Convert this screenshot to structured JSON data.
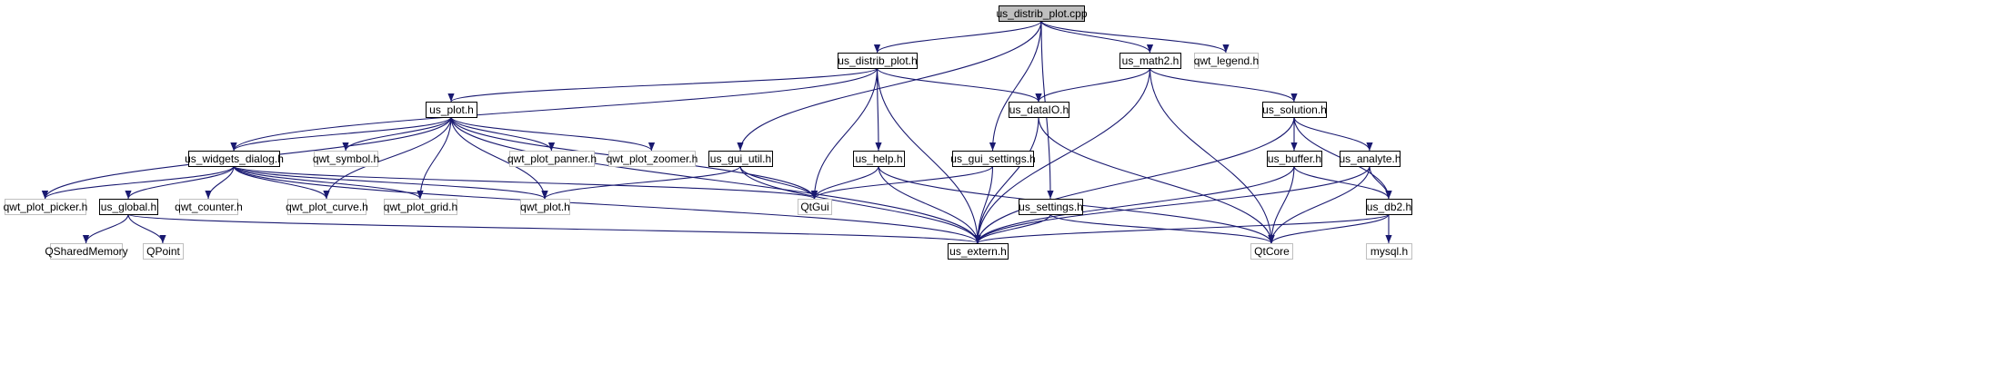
{
  "nodes": [
    {
      "id": "us_distrib_plot_cpp",
      "label": "us_distrib_plot.cpp",
      "style": "root"
    },
    {
      "id": "us_distrib_plot_h",
      "label": "us_distrib_plot.h",
      "style": "doc"
    },
    {
      "id": "us_math2_h",
      "label": "us_math2.h",
      "style": "doc"
    },
    {
      "id": "qwt_legend_h",
      "label": "qwt_legend.h",
      "style": "ext"
    },
    {
      "id": "us_plot_h",
      "label": "us_plot.h",
      "style": "doc"
    },
    {
      "id": "us_dataIO_h",
      "label": "us_dataIO.h",
      "style": "doc"
    },
    {
      "id": "us_solution_h",
      "label": "us_solution.h",
      "style": "doc"
    },
    {
      "id": "us_widgets_dialog_h",
      "label": "us_widgets_dialog.h",
      "style": "doc"
    },
    {
      "id": "qwt_symbol_h",
      "label": "qwt_symbol.h",
      "style": "ext"
    },
    {
      "id": "qwt_plot_panner_h",
      "label": "qwt_plot_panner.h",
      "style": "ext"
    },
    {
      "id": "qwt_plot_zoomer_h",
      "label": "qwt_plot_zoomer.h",
      "style": "ext"
    },
    {
      "id": "us_gui_util_h",
      "label": "us_gui_util.h",
      "style": "doc"
    },
    {
      "id": "us_help_h",
      "label": "us_help.h",
      "style": "doc"
    },
    {
      "id": "us_gui_settings_h",
      "label": "us_gui_settings.h",
      "style": "doc"
    },
    {
      "id": "us_buffer_h",
      "label": "us_buffer.h",
      "style": "doc"
    },
    {
      "id": "us_analyte_h",
      "label": "us_analyte.h",
      "style": "doc"
    },
    {
      "id": "qwt_plot_picker_h",
      "label": "qwt_plot_picker.h",
      "style": "ext"
    },
    {
      "id": "us_global_h",
      "label": "us_global.h",
      "style": "doc"
    },
    {
      "id": "qwt_counter_h",
      "label": "qwt_counter.h",
      "style": "ext"
    },
    {
      "id": "qwt_plot_curve_h",
      "label": "qwt_plot_curve.h",
      "style": "ext"
    },
    {
      "id": "qwt_plot_grid_h",
      "label": "qwt_plot_grid.h",
      "style": "ext"
    },
    {
      "id": "qwt_plot_h",
      "label": "qwt_plot.h",
      "style": "ext"
    },
    {
      "id": "QtGui",
      "label": "QtGui",
      "style": "ext"
    },
    {
      "id": "us_settings_h",
      "label": "us_settings.h",
      "style": "doc"
    },
    {
      "id": "us_db2_h",
      "label": "us_db2.h",
      "style": "doc"
    },
    {
      "id": "QSharedMemory",
      "label": "QSharedMemory",
      "style": "ext"
    },
    {
      "id": "QPoint",
      "label": "QPoint",
      "style": "ext"
    },
    {
      "id": "us_extern_h",
      "label": "us_extern.h",
      "style": "doc"
    },
    {
      "id": "QtCore",
      "label": "QtCore",
      "style": "ext"
    },
    {
      "id": "mysql_h",
      "label": "mysql.h",
      "style": "ext"
    }
  ],
  "edges": [
    [
      "us_distrib_plot_cpp",
      "us_distrib_plot_h"
    ],
    [
      "us_distrib_plot_cpp",
      "us_math2_h"
    ],
    [
      "us_distrib_plot_cpp",
      "qwt_legend_h"
    ],
    [
      "us_distrib_plot_cpp",
      "us_gui_util_h"
    ],
    [
      "us_distrib_plot_cpp",
      "us_gui_settings_h"
    ],
    [
      "us_distrib_plot_cpp",
      "us_settings_h"
    ],
    [
      "us_distrib_plot_h",
      "us_plot_h"
    ],
    [
      "us_distrib_plot_h",
      "us_dataIO_h"
    ],
    [
      "us_distrib_plot_h",
      "us_widgets_dialog_h"
    ],
    [
      "us_distrib_plot_h",
      "QtGui"
    ],
    [
      "us_distrib_plot_h",
      "us_help_h"
    ],
    [
      "us_distrib_plot_h",
      "us_extern_h"
    ],
    [
      "us_math2_h",
      "us_dataIO_h"
    ],
    [
      "us_math2_h",
      "us_solution_h"
    ],
    [
      "us_math2_h",
      "us_extern_h"
    ],
    [
      "us_math2_h",
      "QtCore"
    ],
    [
      "us_plot_h",
      "us_widgets_dialog_h"
    ],
    [
      "us_plot_h",
      "qwt_symbol_h"
    ],
    [
      "us_plot_h",
      "qwt_plot_panner_h"
    ],
    [
      "us_plot_h",
      "qwt_plot_zoomer_h"
    ],
    [
      "us_plot_h",
      "qwt_plot_picker_h"
    ],
    [
      "us_plot_h",
      "qwt_plot_curve_h"
    ],
    [
      "us_plot_h",
      "qwt_plot_grid_h"
    ],
    [
      "us_plot_h",
      "qwt_plot_h"
    ],
    [
      "us_plot_h",
      "QtGui"
    ],
    [
      "us_plot_h",
      "us_extern_h"
    ],
    [
      "us_dataIO_h",
      "us_extern_h"
    ],
    [
      "us_dataIO_h",
      "QtCore"
    ],
    [
      "us_solution_h",
      "us_buffer_h"
    ],
    [
      "us_solution_h",
      "us_analyte_h"
    ],
    [
      "us_solution_h",
      "us_db2_h"
    ],
    [
      "us_solution_h",
      "us_extern_h"
    ],
    [
      "us_widgets_dialog_h",
      "qwt_plot_picker_h"
    ],
    [
      "us_widgets_dialog_h",
      "us_global_h"
    ],
    [
      "us_widgets_dialog_h",
      "qwt_counter_h"
    ],
    [
      "us_widgets_dialog_h",
      "qwt_plot_curve_h"
    ],
    [
      "us_widgets_dialog_h",
      "qwt_plot_grid_h"
    ],
    [
      "us_widgets_dialog_h",
      "qwt_plot_h"
    ],
    [
      "us_widgets_dialog_h",
      "QtGui"
    ],
    [
      "us_widgets_dialog_h",
      "us_extern_h"
    ],
    [
      "us_gui_util_h",
      "qwt_plot_h"
    ],
    [
      "us_gui_util_h",
      "QtGui"
    ],
    [
      "us_gui_util_h",
      "us_extern_h"
    ],
    [
      "us_help_h",
      "QtGui"
    ],
    [
      "us_help_h",
      "us_extern_h"
    ],
    [
      "us_help_h",
      "QtCore"
    ],
    [
      "us_gui_settings_h",
      "QtGui"
    ],
    [
      "us_gui_settings_h",
      "us_extern_h"
    ],
    [
      "us_buffer_h",
      "us_db2_h"
    ],
    [
      "us_buffer_h",
      "us_extern_h"
    ],
    [
      "us_buffer_h",
      "QtCore"
    ],
    [
      "us_analyte_h",
      "us_db2_h"
    ],
    [
      "us_analyte_h",
      "us_extern_h"
    ],
    [
      "us_analyte_h",
      "QtCore"
    ],
    [
      "us_global_h",
      "QSharedMemory"
    ],
    [
      "us_global_h",
      "QPoint"
    ],
    [
      "us_global_h",
      "us_extern_h"
    ],
    [
      "us_settings_h",
      "us_extern_h"
    ],
    [
      "us_settings_h",
      "QtCore"
    ],
    [
      "us_db2_h",
      "us_extern_h"
    ],
    [
      "us_db2_h",
      "QtCore"
    ],
    [
      "us_db2_h",
      "mysql_h"
    ]
  ]
}
